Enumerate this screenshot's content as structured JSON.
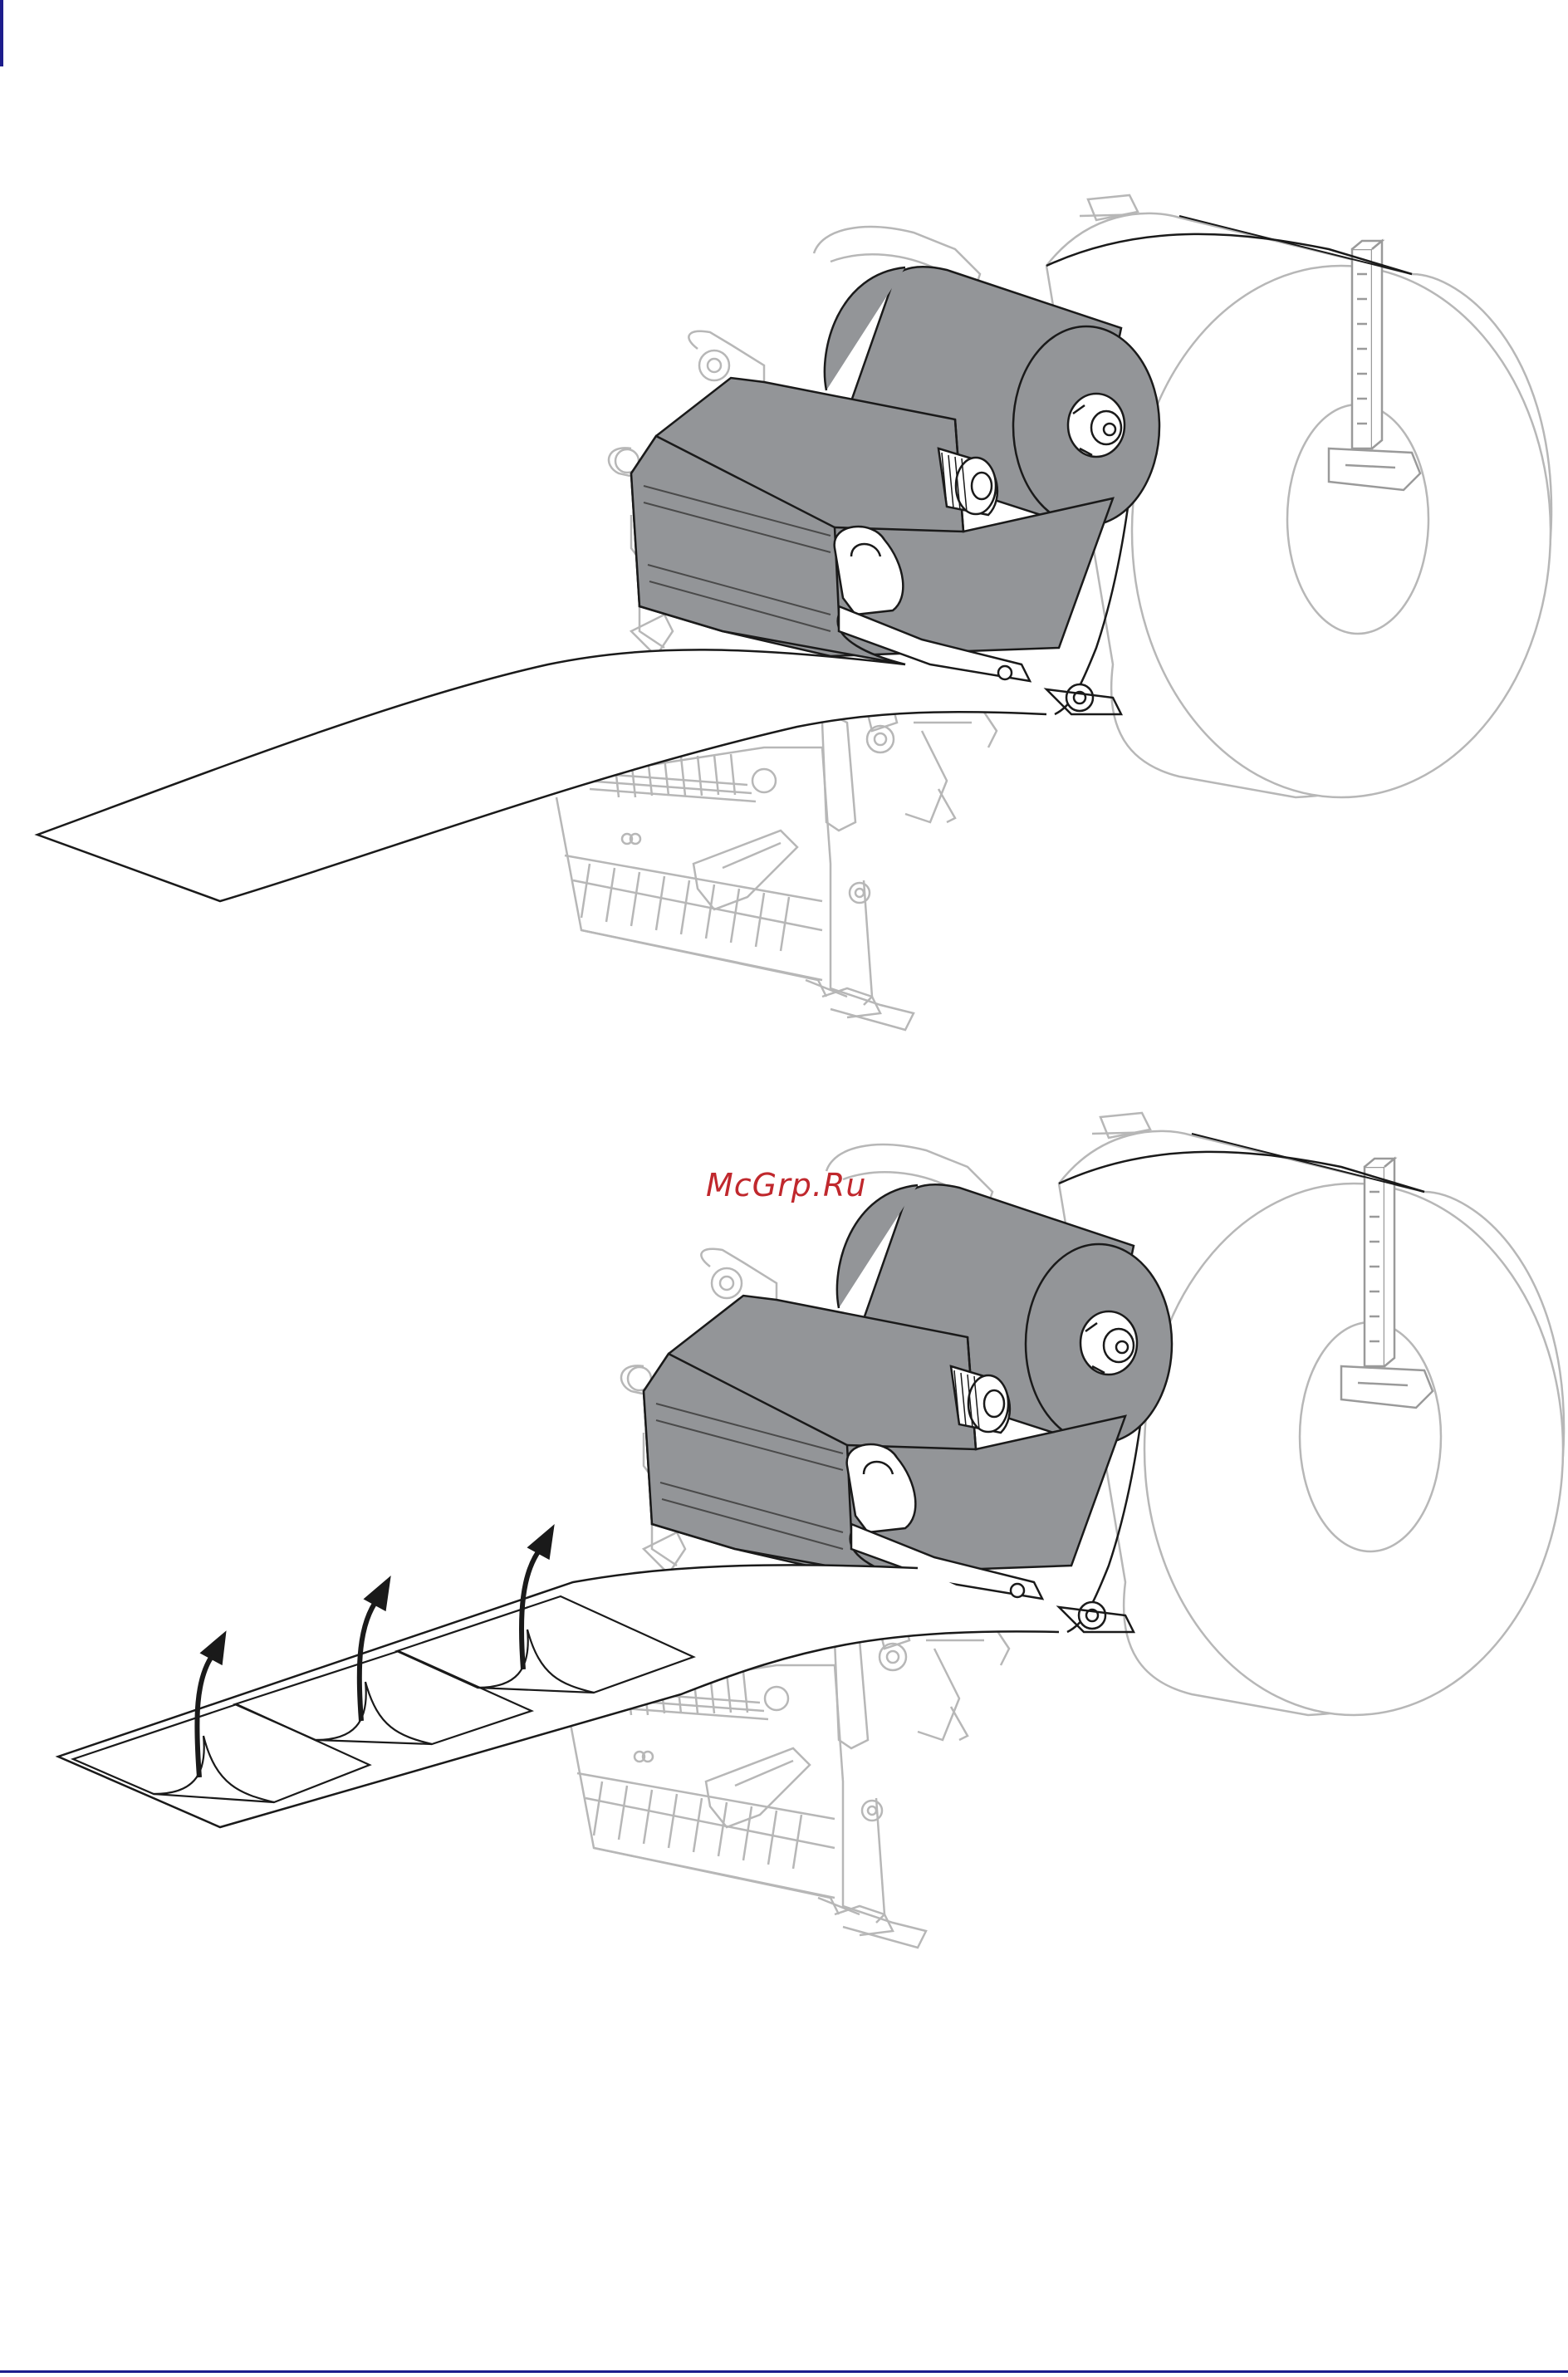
{
  "watermark": {
    "text": "McGrp.Ru"
  },
  "colors": {
    "page_background": "#ffffff",
    "ribbon_gray": "#939598",
    "ribbon_gray_dark": "#7d7f82",
    "printer_line_gray": "#b7b7b7",
    "media_line": "#1a1a1a",
    "watermark_red": "#c0282d",
    "edge_mark_navy": "#1c1c8c",
    "footer_rule_navy": "#1c1c8c"
  },
  "figures": [
    {
      "id": "ribbon-loaded-media-fed",
      "labels_peeled": 0
    },
    {
      "id": "ribbon-loaded-labels-removed",
      "labels_peeled": 3
    }
  ]
}
